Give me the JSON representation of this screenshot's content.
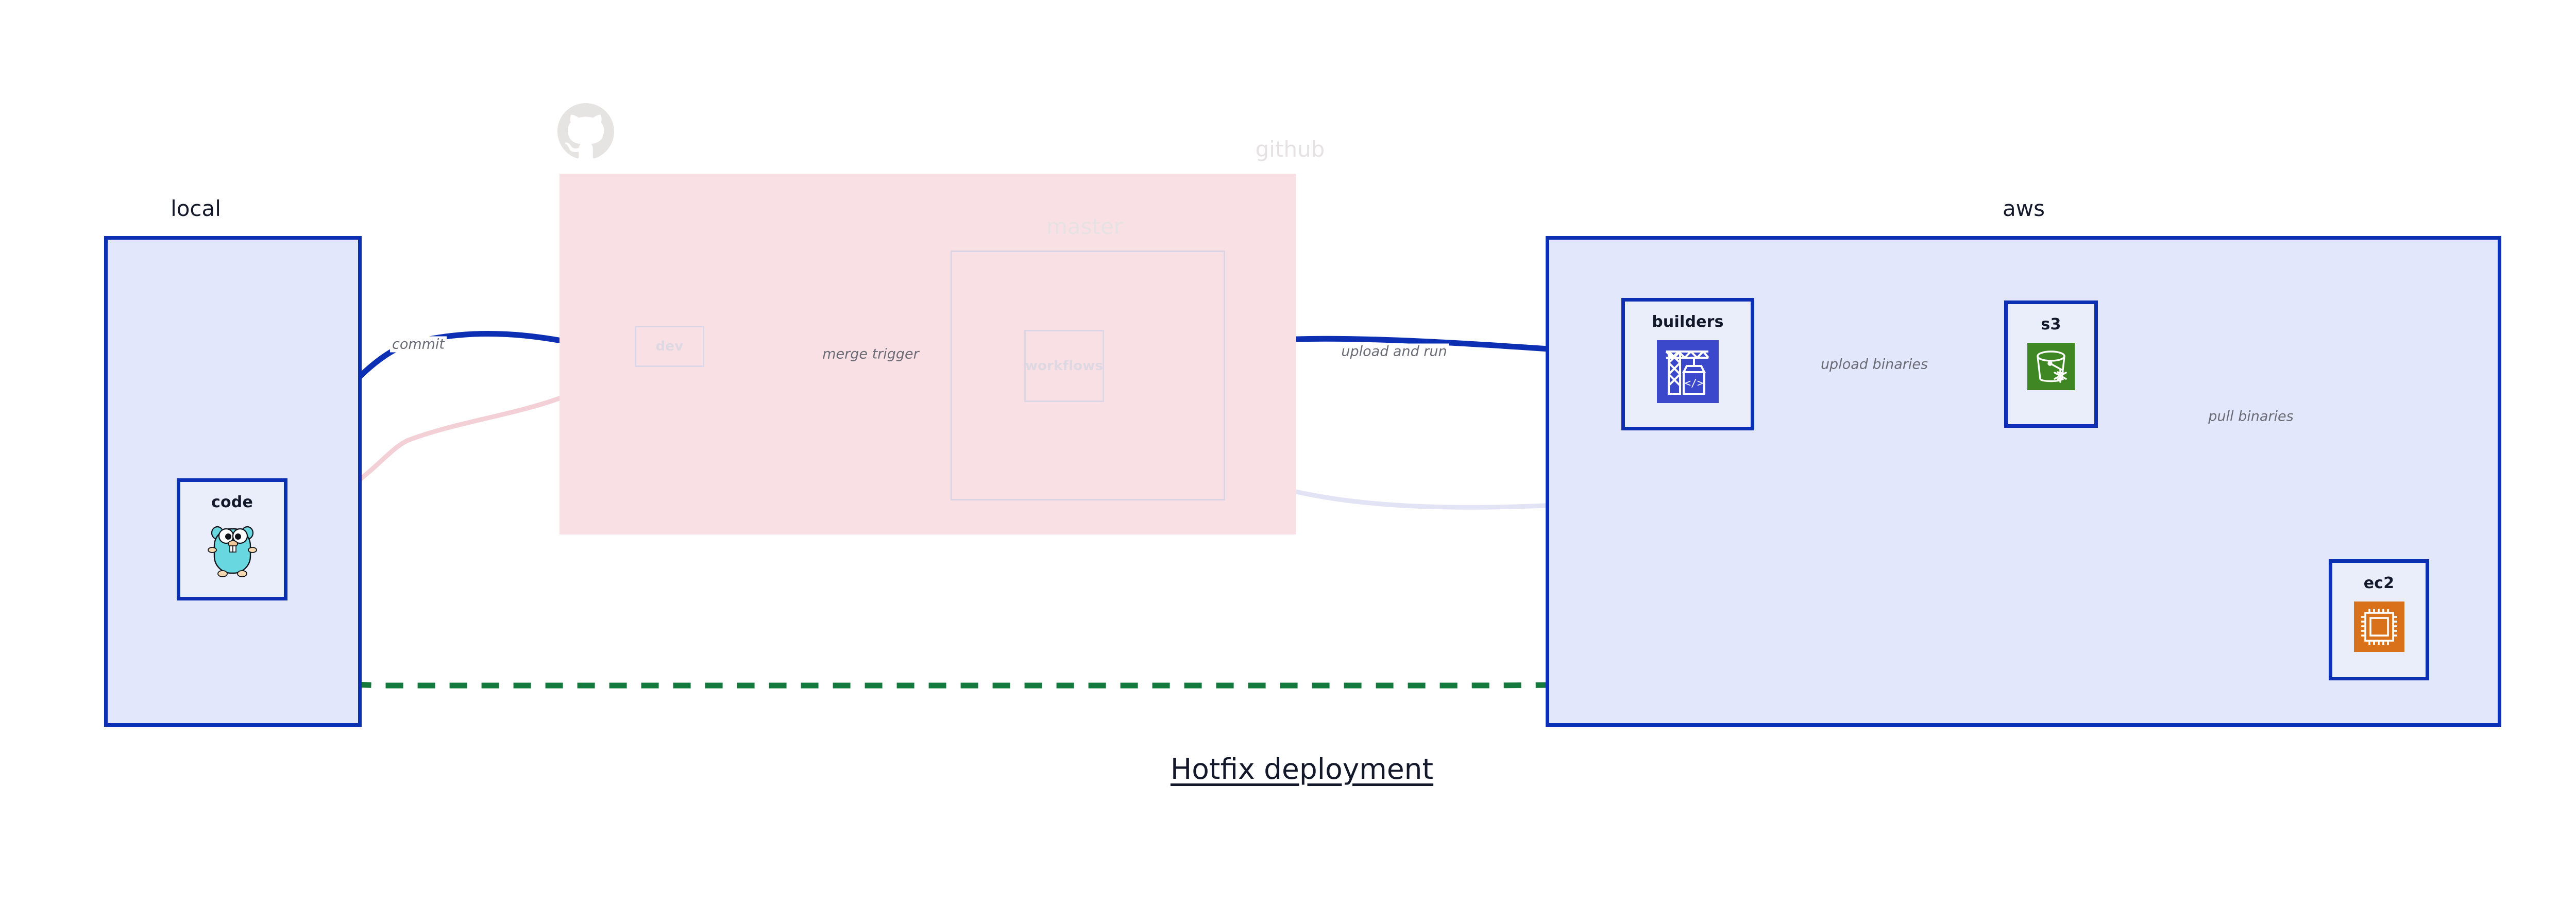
{
  "diagram": {
    "title": "Hotfix deployment",
    "clusters": [
      {
        "id": "local",
        "label": "local"
      },
      {
        "id": "github",
        "label": "github"
      },
      {
        "id": "aws",
        "label": "aws"
      }
    ],
    "subclusters": [
      {
        "id": "master",
        "label": "master"
      }
    ],
    "nodes": [
      {
        "id": "code",
        "label": "code",
        "icon": "go-gopher-icon",
        "cluster": "local",
        "faded": false
      },
      {
        "id": "dev",
        "label": "dev",
        "icon": "branch-icon",
        "cluster": "github",
        "faded": true
      },
      {
        "id": "workflows",
        "label": "workflows",
        "icon": "workflows-icon",
        "cluster": "master",
        "faded": true
      },
      {
        "id": "builders",
        "label": "builders",
        "icon": "aws-codebuild-icon",
        "cluster": "aws",
        "faded": false
      },
      {
        "id": "s3",
        "label": "s3",
        "icon": "aws-s3-glacier-icon",
        "cluster": "aws",
        "faded": false
      },
      {
        "id": "ec2",
        "label": "ec2",
        "icon": "aws-ec2-icon",
        "cluster": "aws",
        "faded": false
      }
    ],
    "edges": [
      {
        "id": "commit",
        "from": "code",
        "to": "dev",
        "label": "commit",
        "style": "solid",
        "color": "#0d2fb4"
      },
      {
        "id": "merge-trigger",
        "from": "dev",
        "to": "workflows",
        "label": "merge trigger",
        "style": "solid",
        "color": "#0d2fb4"
      },
      {
        "id": "upload-and-run",
        "from": "workflows",
        "to": "builders",
        "label": "upload and run",
        "style": "solid",
        "color": "#0d2fb4"
      },
      {
        "id": "upload-binaries",
        "from": "builders",
        "to": "s3",
        "label": "upload binaries",
        "style": "solid",
        "color": "#0d2fb4"
      },
      {
        "id": "pull-binaries",
        "from": "s3",
        "to": "ec2",
        "label": "pull binaries",
        "style": "solid",
        "color": "#0d2fb4"
      },
      {
        "id": "hotfix-direct",
        "from": "code",
        "to": "ec2",
        "label": "",
        "style": "dashed",
        "color": "#14793c"
      },
      {
        "id": "ghost-code-dev",
        "from": "code",
        "to": "dev",
        "label": "",
        "style": "solid",
        "color": "#f3cfd6"
      },
      {
        "id": "ghost-dev-workflows",
        "from": "dev",
        "to": "workflows",
        "label": "",
        "style": "solid",
        "color": "#dcd8ee"
      },
      {
        "id": "ghost-workflows-build",
        "from": "workflows",
        "to": "builders",
        "label": "",
        "style": "solid",
        "color": "#e2e4f5"
      }
    ],
    "colors": {
      "accent_blue": "#0d2fb4",
      "cluster_blue_fill": "#e3e7fb",
      "cluster_pink_fill": "#f9e0e4",
      "node_fill": "#eaeefb",
      "hotfix_green": "#14793c",
      "faded_gray": "#e6e2e4",
      "label_gray": "#6b6b76",
      "text_dark": "#14182b",
      "aws_codebuild": "#3b48cc",
      "aws_s3_glacier": "#3f8624",
      "aws_ec2": "#d9701a",
      "gopher_body": "#69d7e0"
    }
  }
}
